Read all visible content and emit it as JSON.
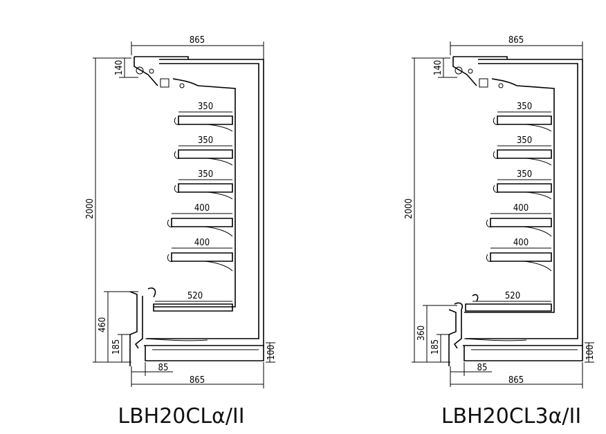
{
  "diagrams": [
    {
      "caption": "LBH20CLα/II",
      "dims": {
        "top_width": "865",
        "bottom_width": "865",
        "height": "2000",
        "top_height": "140",
        "base_height": "460",
        "plinth_height": "185",
        "plinth_depth": "85",
        "right_height": "100"
      },
      "shelves": [
        "350",
        "350",
        "350",
        "400",
        "400",
        "520"
      ]
    },
    {
      "caption": "LBH20CL3α/II",
      "dims": {
        "top_width": "865",
        "bottom_width": "865",
        "height": "2000",
        "top_height": "140",
        "base_height": "360",
        "plinth_height": "185",
        "plinth_depth": "85",
        "right_height": "100"
      },
      "shelves": [
        "350",
        "350",
        "350",
        "400",
        "400",
        "520"
      ]
    }
  ]
}
